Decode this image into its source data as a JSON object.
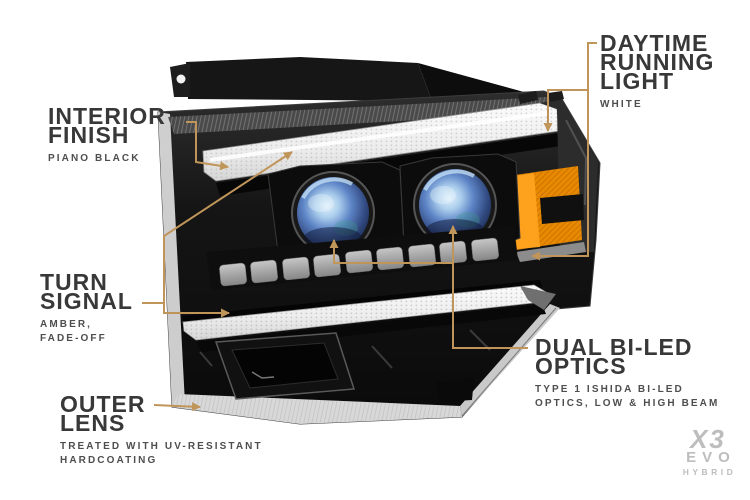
{
  "colors": {
    "background": "#FFFFFF",
    "callout_line": "#C0955A",
    "title_text": "#383838",
    "subtitle_text": "#4E4E4E",
    "amber": "#E88900",
    "amber_bright": "#FFA21F",
    "projector_blue": "#5D84C6",
    "drl_white": "#F7F7F7",
    "housing_black": "#0B0B0B",
    "logo_gray": "#BDBDBD"
  },
  "callouts": [
    {
      "id": "interior-finish",
      "title_lines": [
        "INTERIOR",
        "FINISH"
      ],
      "subtitle_lines": [
        "PIANO BLACK"
      ]
    },
    {
      "id": "daytime-running-light",
      "title_lines": [
        "DAYTIME",
        "RUNNING",
        "LIGHT"
      ],
      "subtitle_lines": [
        "WHITE"
      ]
    },
    {
      "id": "turn-signal",
      "title_lines": [
        "TURN",
        "SIGNAL"
      ],
      "subtitle_lines": [
        "AMBER,",
        "FADE-OFF"
      ]
    },
    {
      "id": "outer-lens",
      "title_lines": [
        "OUTER",
        "LENS"
      ],
      "subtitle_lines": [
        "TREATED WITH UV-RESISTANT",
        "HARDCOATING"
      ]
    },
    {
      "id": "dual-bi-led-optics",
      "title_lines": [
        "DUAL BI-LED",
        "OPTICS"
      ],
      "subtitle_lines": [
        "TYPE 1 ISHIDA BI-LED",
        "OPTICS, LOW & HIGH BEAM"
      ]
    }
  ],
  "logo": {
    "line1": "X3",
    "line2": "EVO",
    "line3": "HYBRID"
  }
}
